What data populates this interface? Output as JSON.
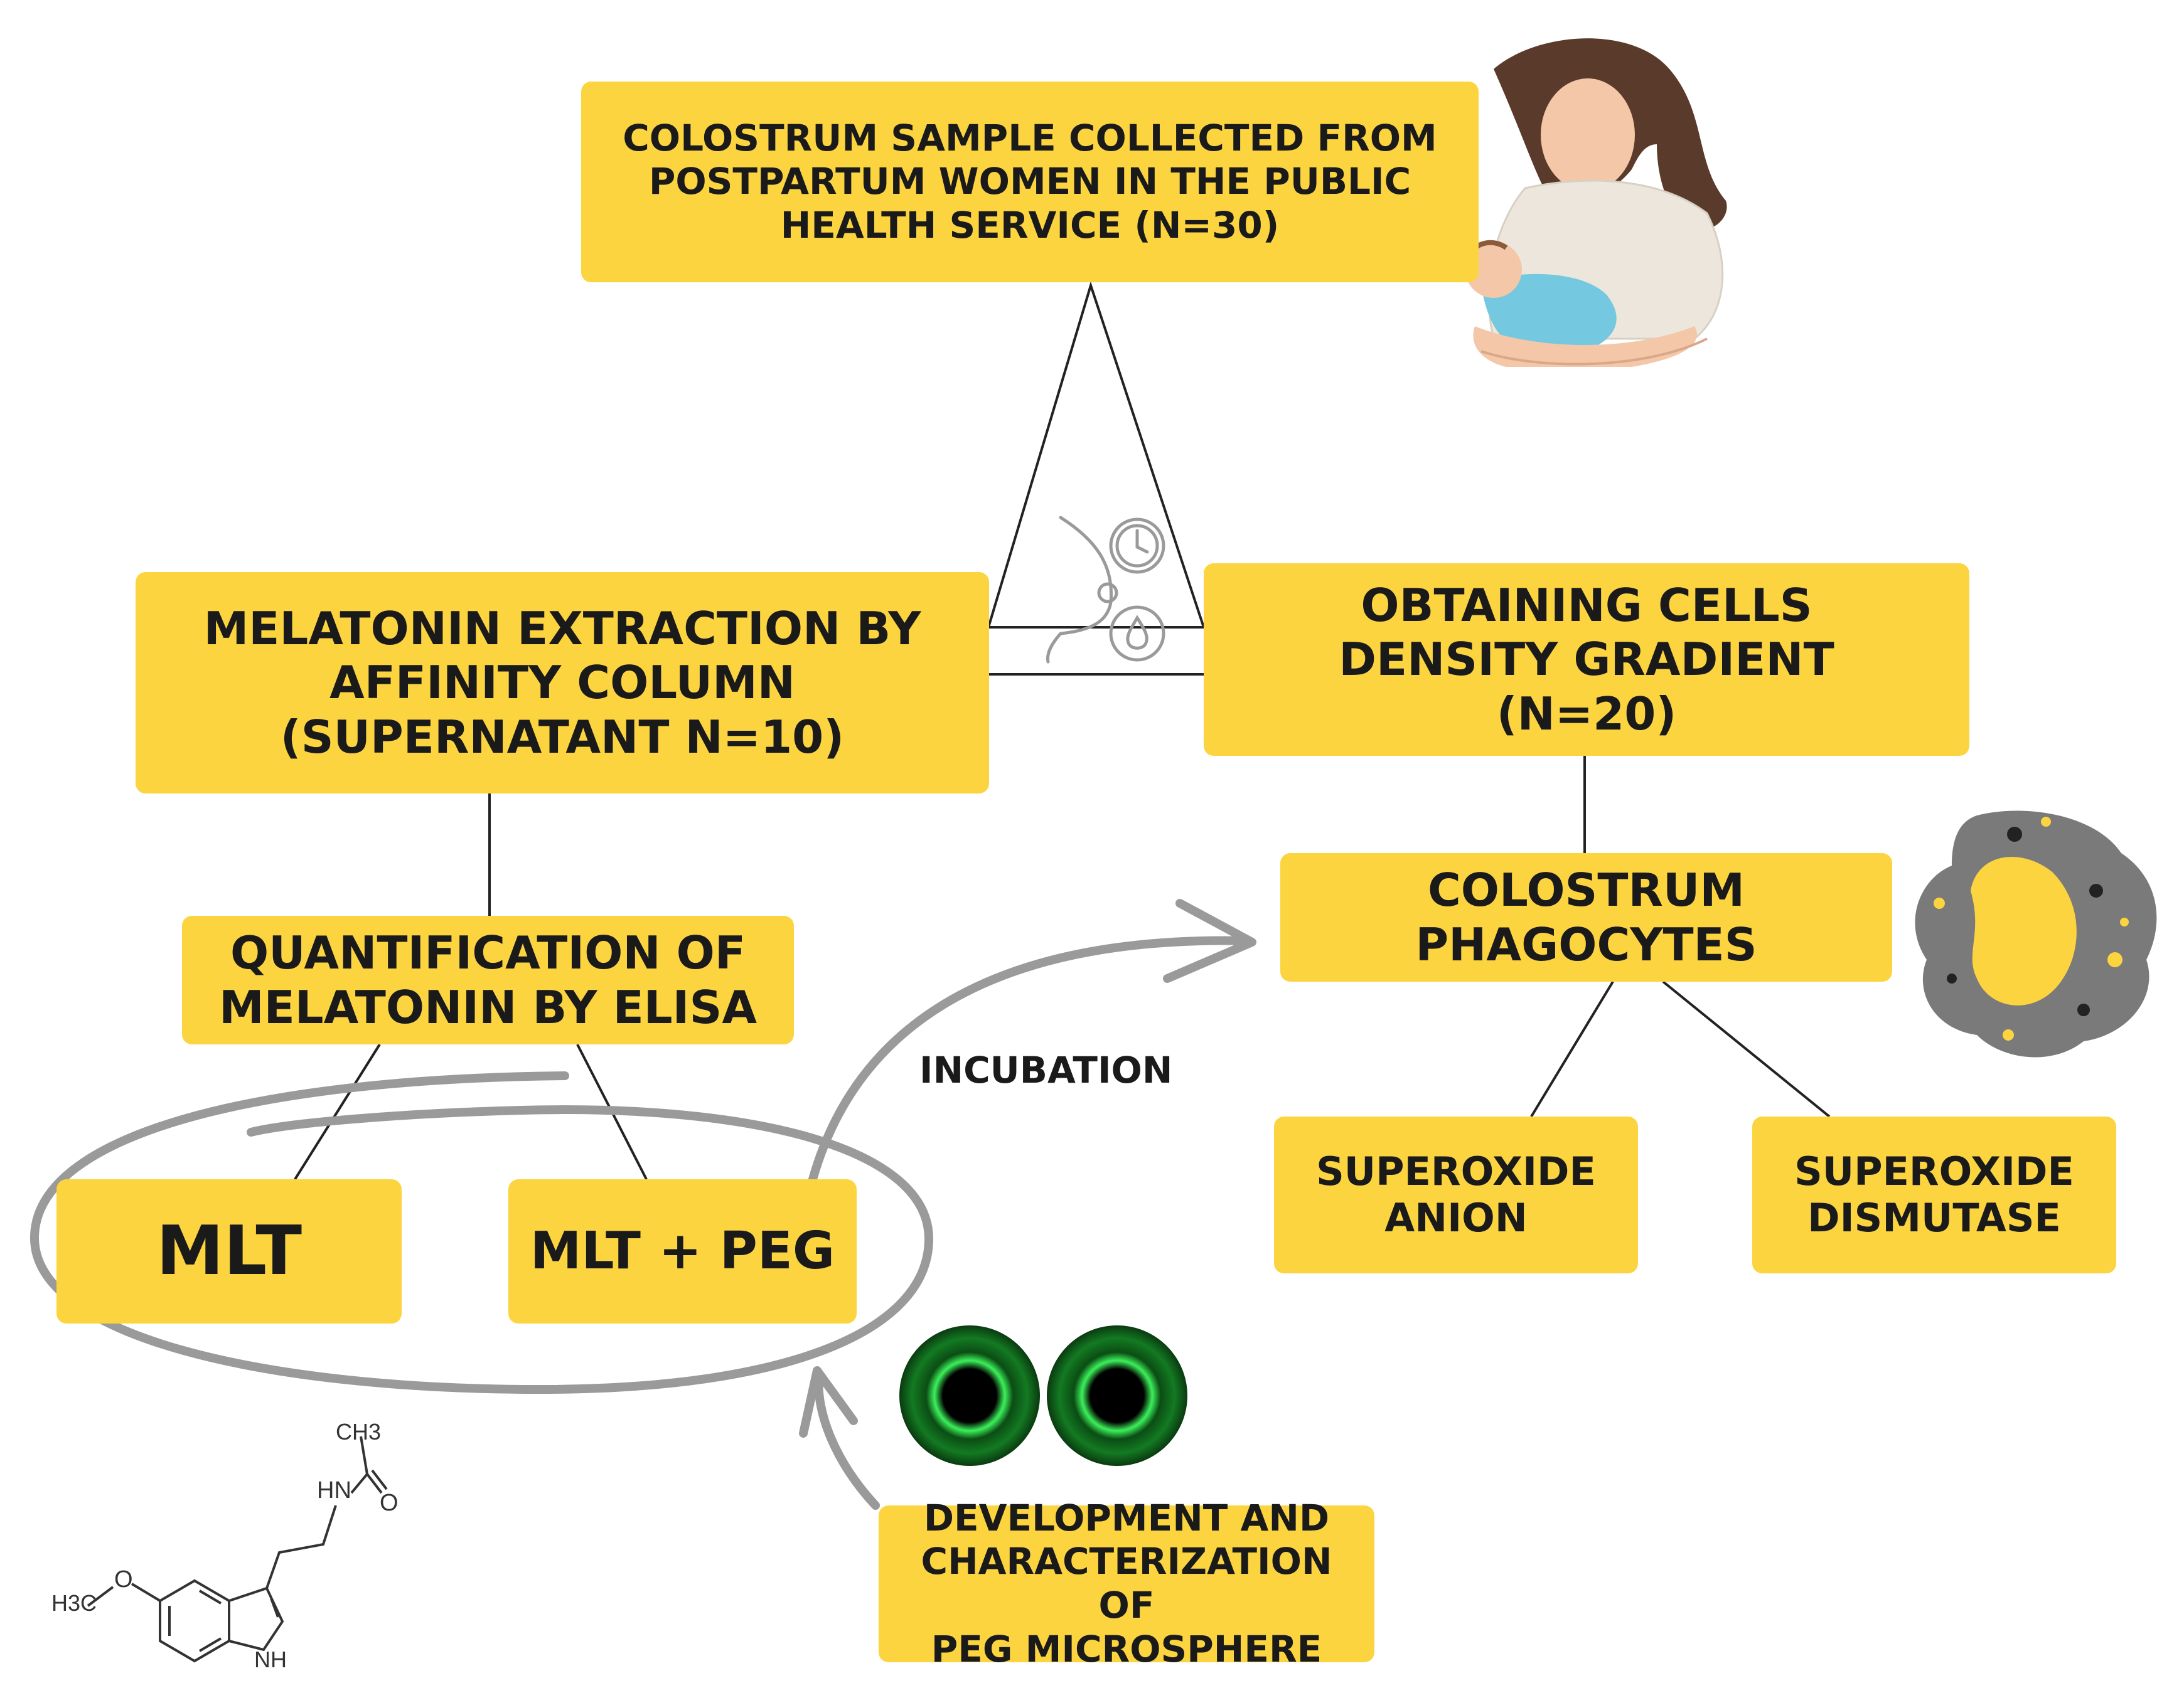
{
  "boxes": {
    "colostrum_sample": "COLOSTRUM SAMPLE COLLECTED FROM\nPOSTPARTUM WOMEN IN THE PUBLIC\nHEALTH SERVICE (N=30)",
    "melatonin_extraction": "MELATONIN EXTRACTION BY\nAFFINITY COLUMN\n(SUPERNATANT  N=10)",
    "obtaining_cells": "OBTAINING CELLS\nDENSITY GRADIENT\n(N=20)",
    "quantification": "QUANTIFICATION OF\nMELATONIN BY ELISA",
    "colostrum_phagocytes": "COLOSTRUM\nPHAGOCYTES",
    "mlt": "MLT",
    "mlt_peg": "MLT + PEG",
    "superoxide_anion": "SUPEROXIDE\nANION",
    "superoxide_dismutase": "SUPEROXIDE\nDISMUTASE",
    "peg_microsphere": "DEVELOPMENT AND\nCHARACTERIZATION OF\nPEG MICROSPHERE"
  },
  "labels": {
    "incubation": "INCUBATION"
  },
  "chemical_labels": {
    "ch3": "CH3",
    "hn": "HN",
    "o_carbonyl": "O",
    "h3c": "H3C",
    "o_ether": "O",
    "nh": "NH"
  },
  "colors": {
    "box_fill": "#fcd440",
    "line": "#222222",
    "arrow": "#9a9a9a",
    "cell_body": "#7a7a7a",
    "microsphere_glow": "#22cc33"
  }
}
